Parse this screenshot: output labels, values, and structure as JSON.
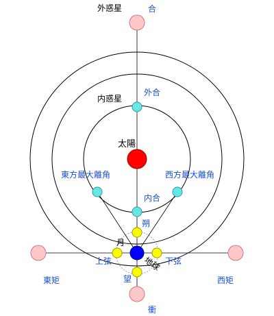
{
  "labels": {
    "outer_planet": "外惑星",
    "inner_planet": "内惑星",
    "sun": "太陽",
    "earth": "地球",
    "moon": "月",
    "conjunction": "合",
    "superior_conjunction": "外合",
    "inferior_conjunction": "内合",
    "greatest_elongation_east": "東方最大離角",
    "greatest_elongation_west": "西方最大離角",
    "new_moon": "朔",
    "full_moon": "望",
    "first_quarter": "上弦",
    "last_quarter": "下弦",
    "eastern_quadrature": "東矩",
    "western_quadrature": "西矩",
    "opposition": "衝"
  },
  "colors": {
    "sun": "#ff0000",
    "earth": "#0000ff",
    "moon": "#ffff00",
    "inner_planet": "#66e6e6",
    "outer_planet": "#ffc8c8",
    "label_blue": "#1a4fd6"
  }
}
